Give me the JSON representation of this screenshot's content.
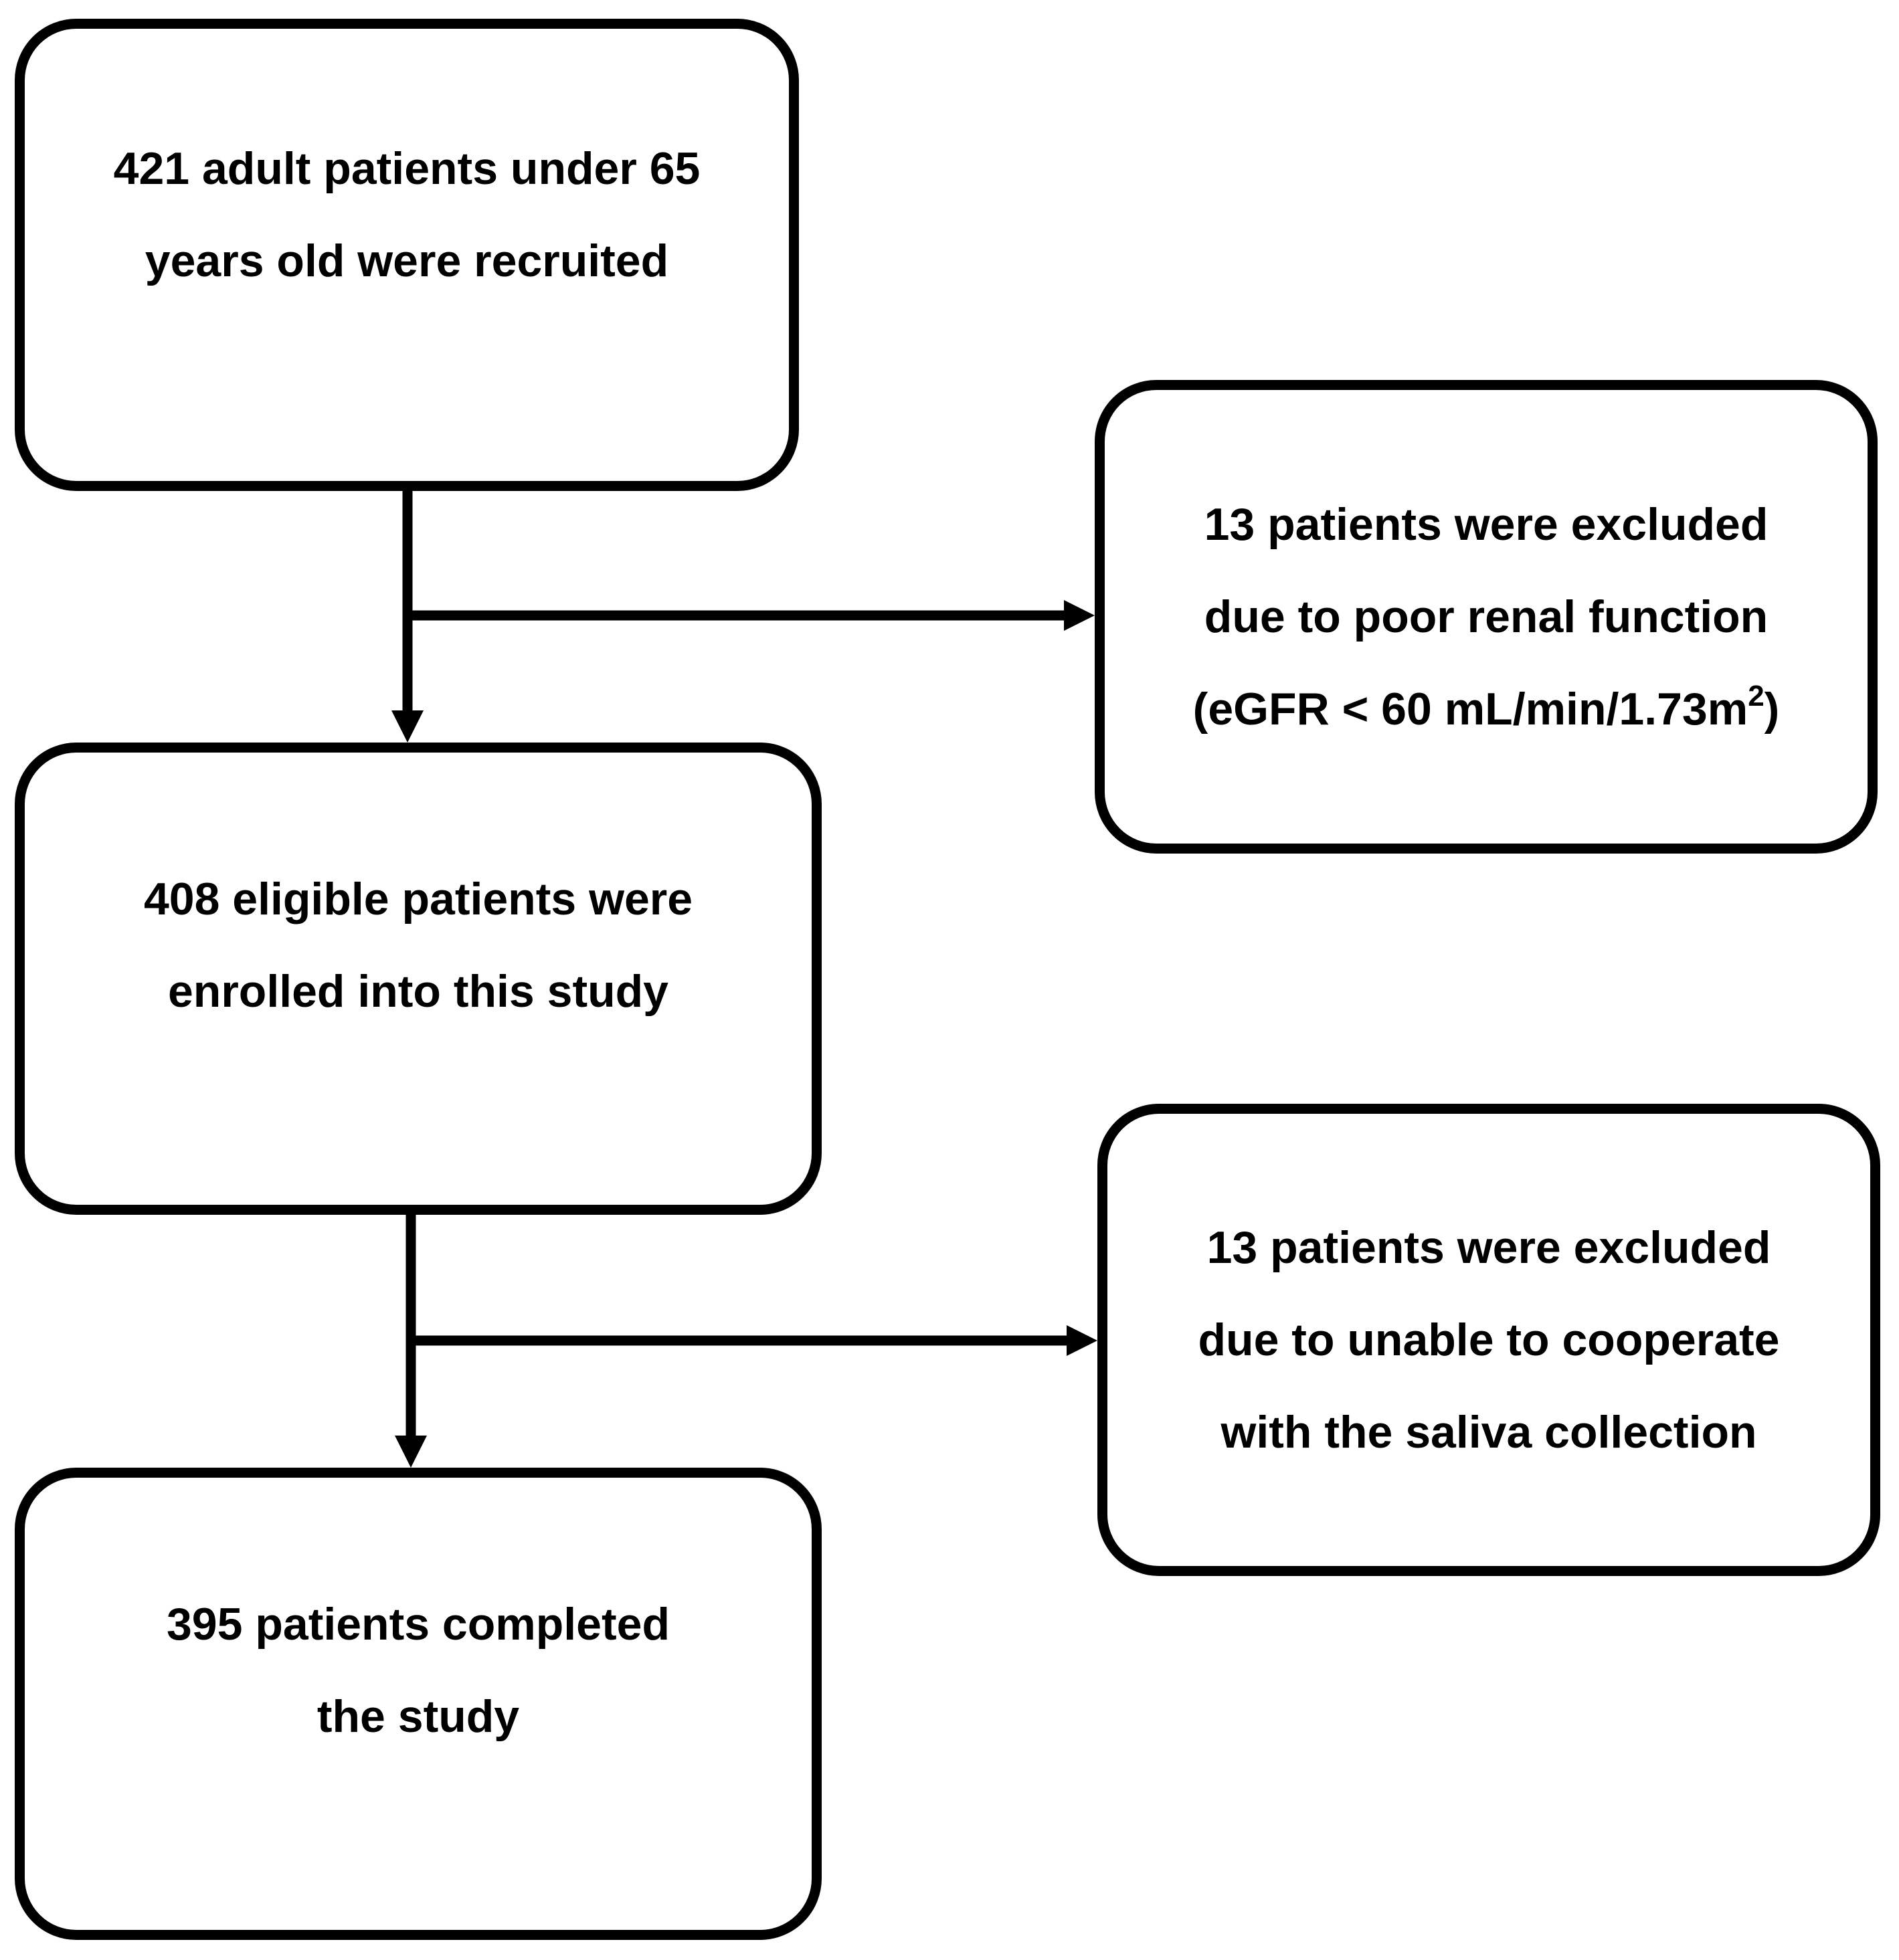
{
  "flowchart": {
    "recruited": {
      "line1": "421 adult patients under 65",
      "line2": "years old were recruited"
    },
    "excluded_renal": {
      "line1": "13 patients were excluded",
      "line2": "due to poor renal function",
      "line3_prefix": "(eGFR < 60 mL/min/1.73m",
      "line3_sup": "2",
      "line3_suffix": ")"
    },
    "enrolled": {
      "line1": "408 eligible patients were",
      "line2": "enrolled into this study"
    },
    "excluded_saliva": {
      "line1": "13 patients were excluded",
      "line2": "due to unable to cooperate",
      "line3": "with the saliva collection"
    },
    "completed": {
      "line1": "395 patients completed",
      "line2": "the study"
    }
  },
  "colors": {
    "stroke": "#000000",
    "background": "#ffffff",
    "text": "#000000"
  }
}
